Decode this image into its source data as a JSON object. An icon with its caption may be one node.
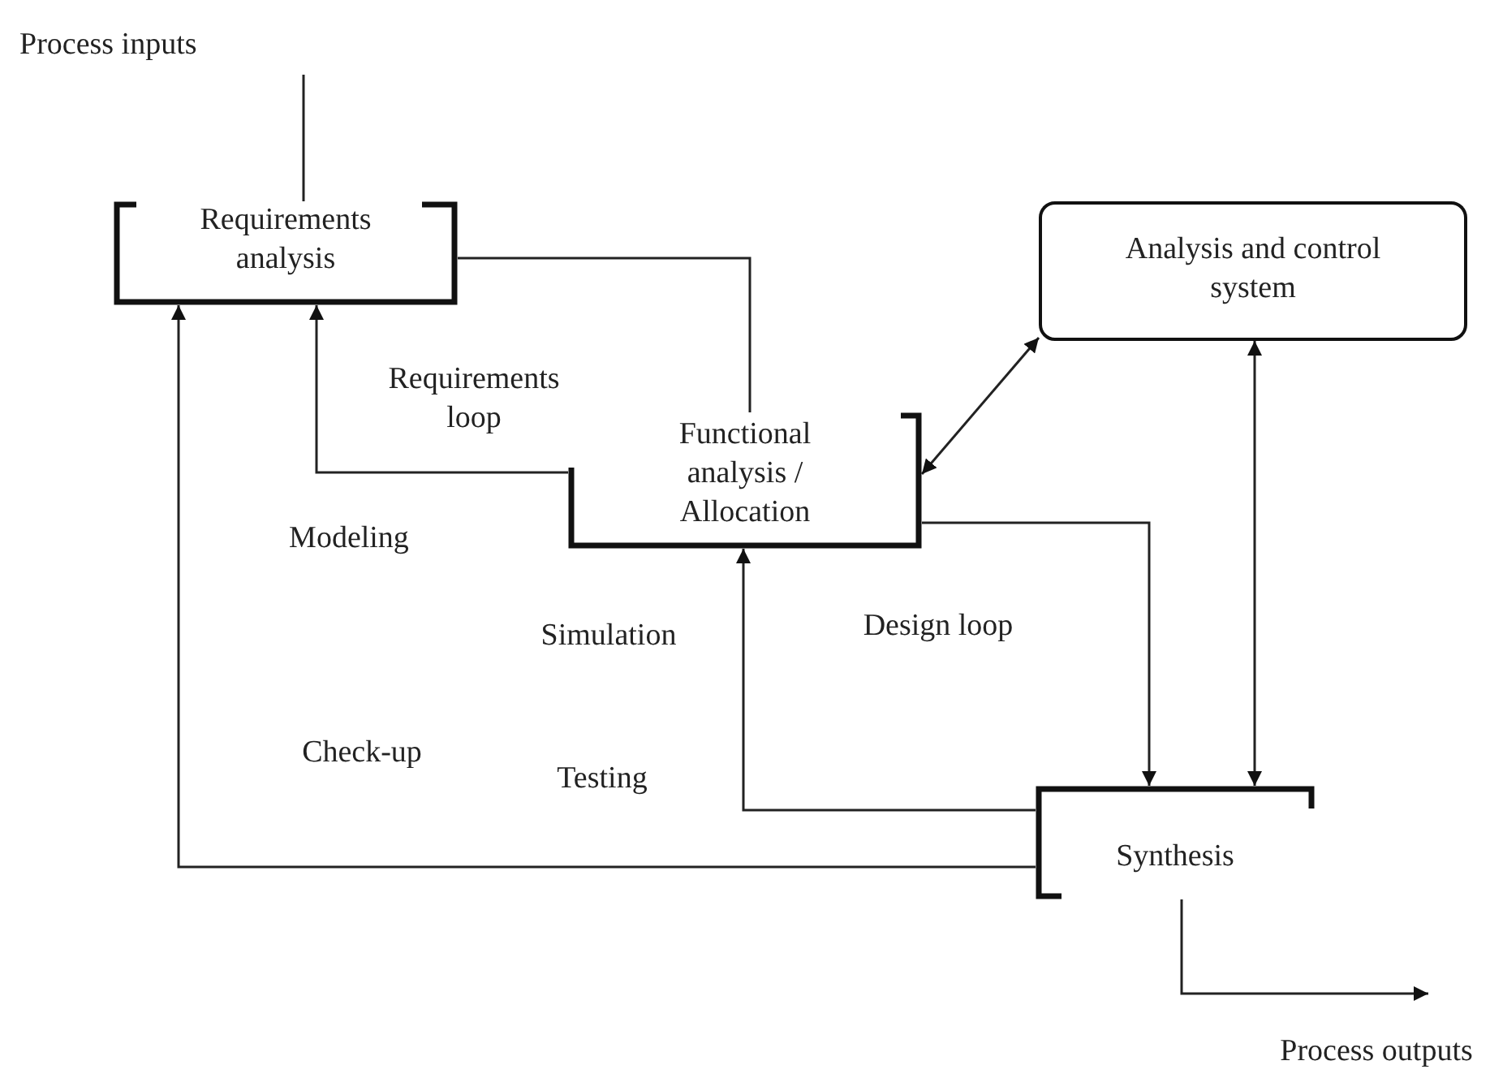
{
  "diagram": {
    "nodes": [
      {
        "text": [
          "Process inputs"
        ]
      },
      {
        "text": [
          "Requirements analysis"
        ]
      },
      {
        "text": [
          "Functional analysis / Allocation"
        ]
      },
      {
        "text": [
          "Analysis and control system"
        ]
      },
      {
        "text": [
          "Synthesis"
        ]
      },
      {
        "text": [
          "Process outputs"
        ]
      }
    ],
    "edges": [
      {
        "from": 0,
        "to": 1,
        "arrow": "none"
      },
      {
        "from": 1,
        "to": 2,
        "arrow": "none"
      },
      {
        "from": 2,
        "to": 1,
        "arrow": "to"
      },
      {
        "from": 2,
        "to": 3,
        "arrow": "both"
      },
      {
        "from": 2,
        "to": 4,
        "arrow": "to"
      },
      {
        "from": 3,
        "to": 4,
        "arrow": "both"
      },
      {
        "from": 4,
        "to": 2,
        "arrow": "to"
      },
      {
        "from": 4,
        "to": 1,
        "arrow": "to"
      },
      {
        "from": 4,
        "to": 5,
        "arrow": "to"
      }
    ],
    "labels": [
      "Requirements loop",
      "Modeling",
      "Simulation",
      "Design loop",
      "Check-up",
      "Testing"
    ]
  }
}
